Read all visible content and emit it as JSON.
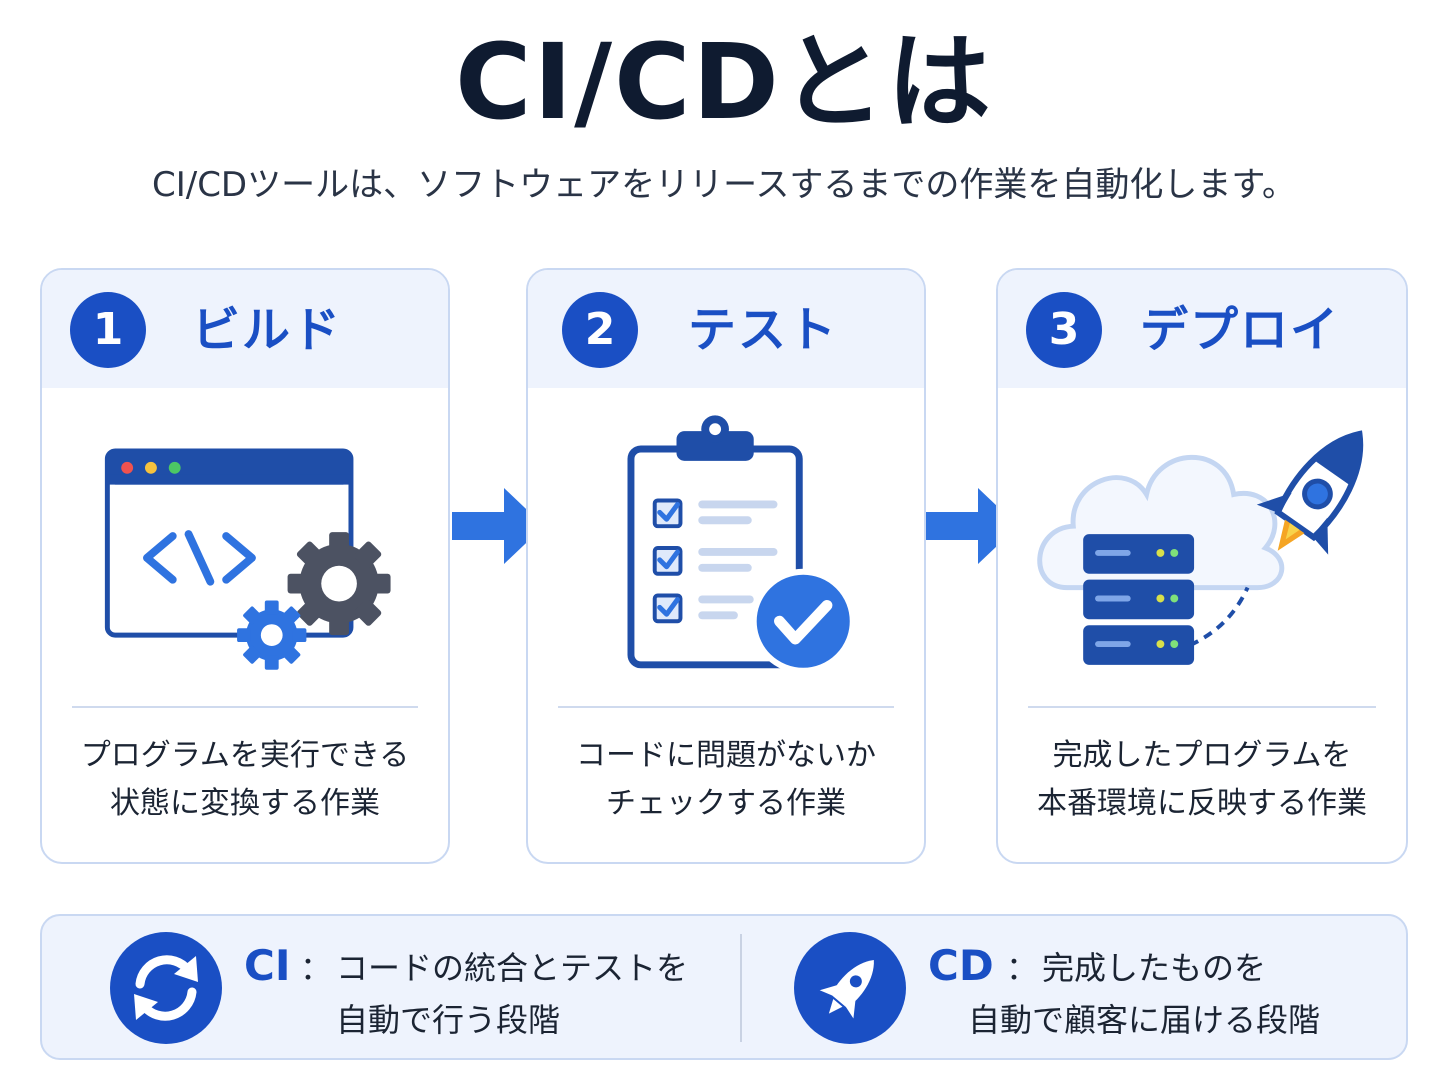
{
  "header": {
    "title": "CI/CDとは",
    "subtitle": "CI/CDツールは、ソフトウェアをリリースするまでの作業を自動化します。"
  },
  "steps": [
    {
      "number": "1",
      "title": "ビルド",
      "desc_line1": "プログラムを実行できる",
      "desc_line2": "状態に変換する作業",
      "icon": "code-window-gears-icon"
    },
    {
      "number": "2",
      "title": "テスト",
      "desc_line1": "コードに問題がないか",
      "desc_line2": "チェックする作業",
      "icon": "clipboard-checklist-icon"
    },
    {
      "number": "3",
      "title": "デプロイ",
      "desc_line1": "完成したプログラムを",
      "desc_line2": "本番環境に反映する作業",
      "icon": "cloud-server-rocket-icon"
    }
  ],
  "summary": {
    "ci": {
      "label": "CI",
      "separator": "：",
      "line1": "コードの統合とテストを",
      "line2": "自動で行う段階",
      "icon": "sync-arrows-icon"
    },
    "cd": {
      "label": "CD",
      "separator": "：",
      "line1": "完成したものを",
      "line2": "自動で顧客に届ける段階",
      "icon": "rocket-icon"
    }
  },
  "colors": {
    "accent": "#1a4fc4",
    "arrow": "#2f73e0",
    "card_header": "#eef3fd",
    "border": "#c9d8f2"
  }
}
